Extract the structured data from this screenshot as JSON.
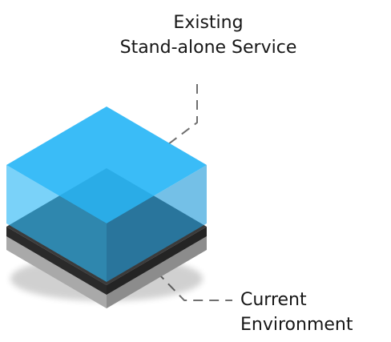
{
  "top_label": {
    "line1": "Existing",
    "line2": "Stand-alone Service"
  },
  "bottom_label": {
    "line1": "Current",
    "line2": "Environment"
  },
  "colors": {
    "service_blue": "#29b6f6",
    "service_blue_light": "#6fd0fa",
    "service_blue_dark": "#1e9ad8",
    "base_dark": "#333333",
    "base_gray": "#9a9a9a",
    "leader_line": "#6f6f6f"
  }
}
